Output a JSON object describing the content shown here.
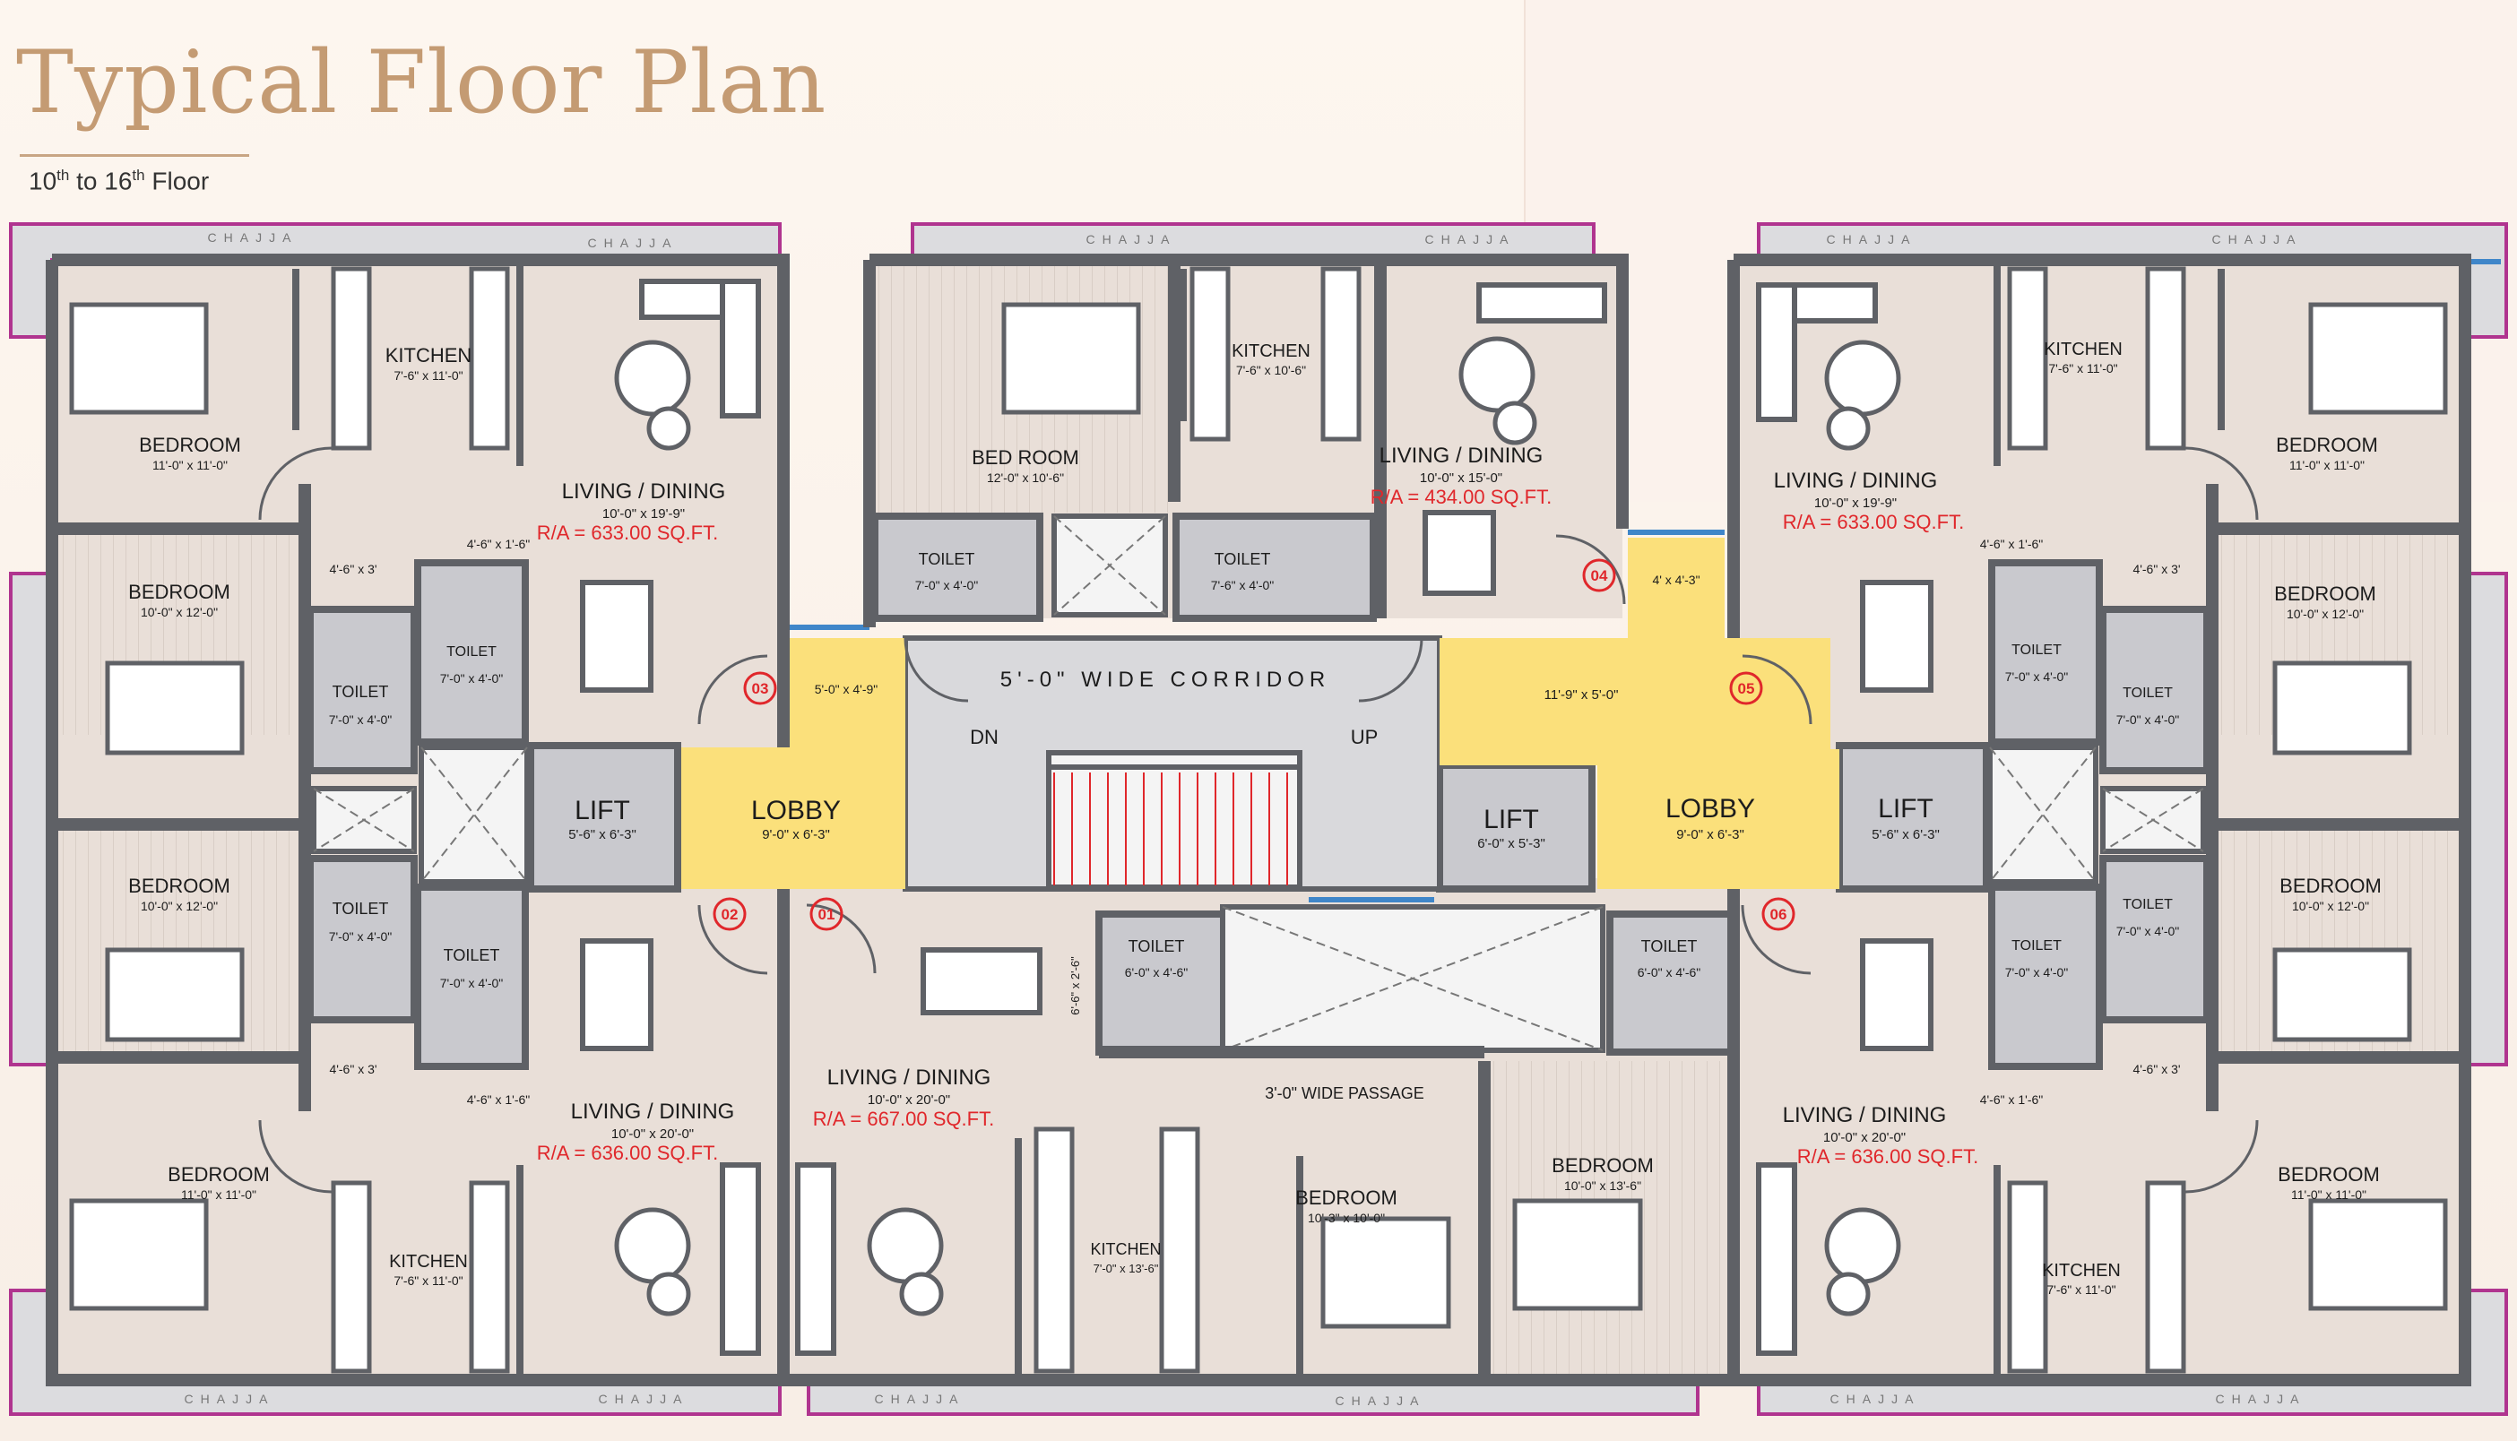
{
  "header": {
    "title": "Typical Floor Plan",
    "subtitle_a": "10",
    "subtitle_sup_a": "th",
    "subtitle_b": " to 16",
    "subtitle_sup_b": "th",
    "subtitle_c": " Floor"
  },
  "chajja_label": "CHAJJA",
  "corridor": {
    "label": "5'-0\"  WIDE  CORRIDOR",
    "dn": "DN",
    "up": "UP"
  },
  "passage": "3'-0\" WIDE PASSAGE",
  "rooms": [
    {
      "id": "bed-tl",
      "name": "BEDROOM",
      "dim": "11'-0\" x 11'-0\""
    },
    {
      "id": "kit-tl",
      "name": "KITCHEN",
      "dim": "7'-6\" x 11'-0\""
    },
    {
      "id": "liv-tl",
      "name": "LIVING / DINING",
      "dim": "10'-0\" x 19'-9\"",
      "ra": "R/A = 633.00 SQ.FT."
    },
    {
      "id": "bed-l2",
      "name": "BEDROOM",
      "dim": "10'-0\" x 12'-0\""
    },
    {
      "id": "toi-l1",
      "name": "TOILET",
      "dim": "7'-0\" x 4'-0\""
    },
    {
      "id": "toi-l2",
      "name": "TOILET",
      "dim": "7'-0\" x 4'-0\""
    },
    {
      "id": "bed-l3",
      "name": "BEDROOM",
      "dim": "10'-0\" x 12'-0\""
    },
    {
      "id": "toi-l3",
      "name": "TOILET",
      "dim": "7'-0\" x 4'-0\""
    },
    {
      "id": "toi-l4",
      "name": "TOILET",
      "dim": "7'-0\" x 4'-0\""
    },
    {
      "id": "bed-bl",
      "name": "BEDROOM",
      "dim": "11'-0\" x 11'-0\""
    },
    {
      "id": "kit-bl",
      "name": "KITCHEN",
      "dim": "7'-6\" x 11'-0\""
    },
    {
      "id": "liv-bl",
      "name": "LIVING / DINING",
      "dim": "10'-0\" x 20'-0\"",
      "ra": "R/A = 636.00 SQ.FT."
    },
    {
      "id": "lift-l",
      "name": "LIFT",
      "dim": "5'-6\" x 6'-3\""
    },
    {
      "id": "lobby-l",
      "name": "LOBBY",
      "dim": "9'-0\" x 6'-3\""
    },
    {
      "id": "lob-l-top",
      "name": "",
      "dim": "5'-0\" x 4'-9\""
    },
    {
      "id": "bed-tc",
      "name": "BED ROOM",
      "dim": "12'-0\" x 10'-6\""
    },
    {
      "id": "kit-tc",
      "name": "KITCHEN",
      "dim": "7'-6\" x 10'-6\""
    },
    {
      "id": "liv-tc",
      "name": "LIVING / DINING",
      "dim": "10'-0\" x 15'-0\"",
      "ra": "R/A = 434.00 SQ.FT."
    },
    {
      "id": "toi-tc1",
      "name": "TOILET",
      "dim": "7'-0\" x 4'-0\""
    },
    {
      "id": "toi-tc2",
      "name": "TOILET",
      "dim": "7'-6\" x 4'-0\""
    },
    {
      "id": "lift-c",
      "name": "LIFT",
      "dim": "6'-0\" x 5'-3\""
    },
    {
      "id": "lob-c",
      "name": "",
      "dim": "11'-9\" x 5'-0\""
    },
    {
      "id": "lob-c-top",
      "name": "",
      "dim": "4' x 4'-3\""
    },
    {
      "id": "liv-bc",
      "name": "LIVING / DINING",
      "dim": "10'-0\" x 20'-0\"",
      "ra": "R/A = 667.00 SQ.FT."
    },
    {
      "id": "toi-bc1",
      "name": "TOILET",
      "dim": "6'-0\" x 4'-6\""
    },
    {
      "id": "toi-bc2",
      "name": "TOILET",
      "dim": "6'-0\" x 4'-6\""
    },
    {
      "id": "kit-bc",
      "name": "KITCHEN",
      "dim": "7'-0\" x 13'-6\""
    },
    {
      "id": "bed-bc1",
      "name": "BEDROOM",
      "dim": "10'-3\" x 10'-0\""
    },
    {
      "id": "bed-bc2",
      "name": "BEDROOM",
      "dim": "10'-0\" x 13'-6\""
    },
    {
      "id": "bed-tr",
      "name": "BEDROOM",
      "dim": "11'-0\" x 11'-0\""
    },
    {
      "id": "kit-tr",
      "name": "KITCHEN",
      "dim": "7'-6\" x 11'-0\""
    },
    {
      "id": "liv-tr",
      "name": "LIVING / DINING",
      "dim": "10'-0\" x 19'-9\"",
      "ra": "R/A = 633.00 SQ.FT."
    },
    {
      "id": "bed-r2",
      "name": "BEDROOM",
      "dim": "10'-0\" x 12'-0\""
    },
    {
      "id": "toi-r1",
      "name": "TOILET",
      "dim": "7'-0\" x 4'-0\""
    },
    {
      "id": "toi-r2",
      "name": "TOILET",
      "dim": "7'-0\" x 4'-0\""
    },
    {
      "id": "bed-r3",
      "name": "BEDROOM",
      "dim": "10'-0\" x 12'-0\""
    },
    {
      "id": "toi-r3",
      "name": "TOILET",
      "dim": "7'-0\" x 4'-0\""
    },
    {
      "id": "toi-r4",
      "name": "TOILET",
      "dim": "7'-0\" x 4'-0\""
    },
    {
      "id": "bed-br",
      "name": "BEDROOM",
      "dim": "11'-0\" x 11'-0\""
    },
    {
      "id": "kit-br",
      "name": "KITCHEN",
      "dim": "7'-6\" x 11'-0\""
    },
    {
      "id": "liv-br",
      "name": "LIVING / DINING",
      "dim": "10'-0\" x 20'-0\"",
      "ra": "R/A = 636.00 SQ.FT."
    },
    {
      "id": "lift-r",
      "name": "LIFT",
      "dim": "5'-6\" x 6'-3\""
    },
    {
      "id": "lobby-r",
      "name": "LOBBY",
      "dim": "9'-0\" x 6'-3\""
    }
  ],
  "balcony_dims": {
    "a": "4'-6\" x 3'",
    "b": "4'-6\" x 1'-6\"",
    "c": "6'-6\" x 2'-6\""
  },
  "flat_numbers": [
    "01",
    "02",
    "03",
    "04",
    "05",
    "06"
  ],
  "colors": {
    "wall": "#5f6166",
    "room_floor": "#e9dfd8",
    "toilet_floor": "#c9c9ce",
    "lobby": "#fbe07b",
    "chajja_border": "#b0348f",
    "window": "#3f86c9",
    "accent_text": "#e0272b",
    "title": "#c49b73"
  }
}
